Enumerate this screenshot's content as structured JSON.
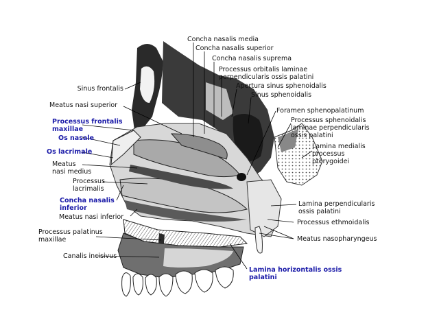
{
  "labels": {
    "concha_media": "Concha nasalis media",
    "concha_superior": "Concha nasalis superior",
    "concha_suprema": "Concha nasalis suprema",
    "proc_orbitalis": "Processus orbitalis laminae\nperpendicularis ossis palatini",
    "apertura": "Apertura sinus sphenoidalis",
    "sinus_sphen": "Sinus sphenoidalis",
    "foramen": "Foramen sphenopalatinum",
    "proc_sphen": "Processus sphenoidalis\nlaminae perpendicularis\nossis palatini",
    "lamina_medialis": "Lamina medialis\nprocessus\npterygoidei",
    "sinus_frontalis": "Sinus frontalis",
    "meatus_sup": "Meatus nasi superior",
    "proc_frontalis": "Processus frontalis\nmaxillae",
    "os_nasale": "Os nasale",
    "os_lacrimale": "Os lacrimale",
    "meatus_medius": "Meatus\nnasi medius",
    "proc_lacrimalis": "Processus\nlacrimalis",
    "concha_inf": "Concha nasalis\ninferior",
    "meatus_inf": "Meatus nasi inferior",
    "proc_palatinus": "Processus palatinus\nmaxillae",
    "canalis": "Canalis incisivus",
    "lamina_perp": "Lamina perpendicularis\nossis palatini",
    "proc_ethm": "Processus ethmoidalis",
    "meatus_naso": "Meatus nasopharyngeus",
    "lamina_horiz": "Lamina horizontalis ossis\npalatini"
  },
  "colors": {
    "blue_label": "#1a1aa8",
    "ink": "#111111"
  }
}
